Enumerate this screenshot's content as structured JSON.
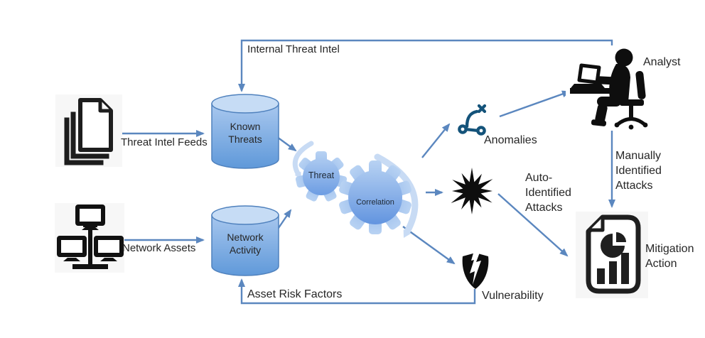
{
  "nodes": {
    "threat_intel_feeds": {
      "label": "Threat Intel Feeds",
      "icon": "stacked-documents-icon"
    },
    "known_threats": {
      "lines": [
        "Known",
        "Threats"
      ],
      "shape": "database-cylinder"
    },
    "network_assets": {
      "label": "Network Assets",
      "icon": "network-computers-icon"
    },
    "network_activity": {
      "lines": [
        "Network",
        "Activity"
      ],
      "shape": "database-cylinder"
    },
    "threat_gear": {
      "label": "Threat",
      "shape": "gear"
    },
    "correlation_gear": {
      "label": "Correlation",
      "shape": "gear"
    },
    "anomalies": {
      "label": "Anomalies",
      "icon": "anomaly-curve-icon"
    },
    "auto_identified_attacks": {
      "lines": [
        "Auto-",
        "Identified",
        "Attacks"
      ],
      "icon": "attack-burst-icon"
    },
    "vulnerability": {
      "label": "Vulnerability",
      "icon": "broken-shield-icon"
    },
    "analyst": {
      "label": "Analyst",
      "icon": "analyst-at-desk-icon"
    },
    "mitigation_action": {
      "lines": [
        "Mitigation",
        "Action"
      ],
      "icon": "report-chart-icon"
    }
  },
  "edges": {
    "internal_threat_intel": {
      "label": "Internal Threat Intel",
      "from": "analyst",
      "to": "known_threats"
    },
    "threat_intel_feeds_in": {
      "from": "threat_intel_feeds",
      "to": "known_threats"
    },
    "network_assets_in": {
      "from": "network_assets",
      "to": "network_activity"
    },
    "known_threats_to_correlation": {
      "from": "known_threats",
      "to": "correlation"
    },
    "network_activity_to_correlation": {
      "from": "network_activity",
      "to": "correlation"
    },
    "correlation_to_anomalies": {
      "from": "correlation",
      "to": "anomalies"
    },
    "correlation_to_attacks": {
      "from": "correlation",
      "to": "auto_identified_attacks"
    },
    "correlation_to_vulnerability": {
      "from": "correlation",
      "to": "vulnerability"
    },
    "anomalies_to_analyst": {
      "from": "anomalies",
      "to": "analyst"
    },
    "attacks_to_mitigation": {
      "from": "auto_identified_attacks",
      "to": "mitigation_action"
    },
    "manually_identified_attacks": {
      "lines": [
        "Manually",
        "Identified",
        "Attacks"
      ],
      "from": "analyst",
      "to": "mitigation_action"
    },
    "asset_risk_factors": {
      "label": "Asset Risk Factors",
      "from": "vulnerability",
      "to": "network_activity"
    }
  },
  "colors": {
    "arrow": "#5b87bf",
    "cylinder_top": "#c6dcf5",
    "cylinder_light": "#a9c9ef",
    "cylinder_dark": "#5e98d9",
    "cylinder_outline": "#4f81bd",
    "gear_light": "#b9d3f3",
    "gear_dark": "#578cdb",
    "swoosh": "#c8dbf4",
    "icon_black": "#161616",
    "anomaly_icon": "#14537a",
    "text": "#262626"
  }
}
